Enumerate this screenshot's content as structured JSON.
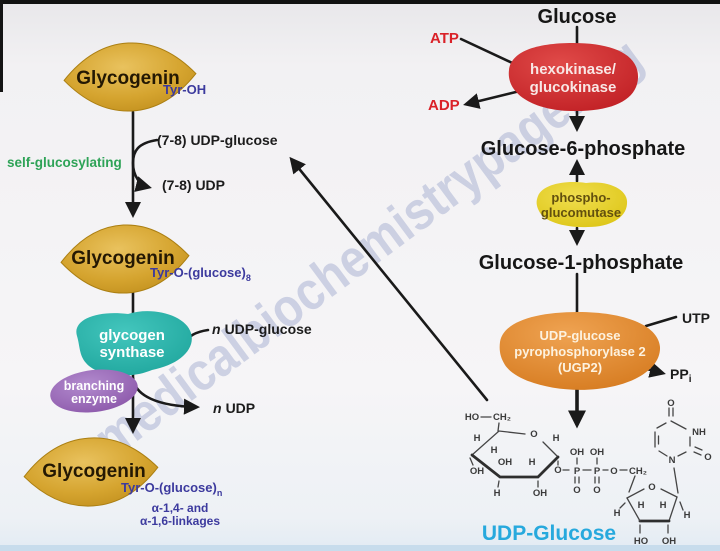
{
  "watermark": {
    "text": "themedicalbiochemistrypage.org",
    "color": "#96a1c9"
  },
  "left_pathway": {
    "glycogenin_stage1": {
      "name": "Glycogenin",
      "tag": "Tyr-OH"
    },
    "self_glucosylating_label": "self-glucosylating",
    "priming": {
      "input": "(7-8) UDP-glucose",
      "output": "(7-8) UDP"
    },
    "glycogenin_stage2": {
      "name": "Glycogenin",
      "tag": "Tyr-O-(glucose)",
      "tag_sub": "8"
    },
    "glycogen_synthase": {
      "line1": "glycogen",
      "line2": "synthase"
    },
    "branching_enzyme": {
      "line1": "branching",
      "line2": "enzyme"
    },
    "elongation": {
      "input_n": "n",
      "input": "UDP-glucose",
      "output_n": "n",
      "output": "UDP"
    },
    "glycogenin_stage3": {
      "name": "Glycogenin",
      "tag": "Tyr-O-(glucose)",
      "tag_sub": "n",
      "linkages_line1": "α-1,4- and",
      "linkages_line2": "α-1,6-linkages"
    }
  },
  "right_pathway": {
    "glucose_label": "Glucose",
    "atp_label": "ATP",
    "adp_label": "ADP",
    "hexokinase": {
      "line1": "hexokinase/",
      "line2": "glucokinase"
    },
    "g6p_label": "Glucose-6-phosphate",
    "phosphoglucomutase": {
      "line1": "phospho-",
      "line2": "glucomutase"
    },
    "g1p_label": "Glucose-1-phosphate",
    "ugp2": {
      "line1": "UDP-glucose",
      "line2": "pyrophosphorylase 2",
      "line3": "(UGP2)"
    },
    "utp_label": "UTP",
    "ppi_label": "PP",
    "ppi_sub": "i",
    "udp_glucose_caption": "UDP-Glucose"
  },
  "structure": {
    "glucose_atoms": [
      "HO",
      "CH₂",
      "O",
      "H",
      "H",
      "H",
      "OH",
      "OH",
      "H",
      "OH",
      "H",
      "O"
    ],
    "phosphate_atoms": [
      "OH",
      "OH",
      "P",
      "P",
      "O",
      "O",
      "O",
      "CH₂"
    ],
    "ribose_atoms": [
      "O",
      "H",
      "H",
      "H",
      "H",
      "HO",
      "OH"
    ],
    "uracil_atoms": [
      "O",
      "NH",
      "O",
      "N"
    ]
  },
  "colors": {
    "glycogenin": "#cfa02c",
    "glycogen_synthase": "#2cb3aa",
    "branching_enzyme": "#9a6cb8",
    "hexokinase": "#d42a2c",
    "phosphoglucomutase": "#e6d02f",
    "ugp2": "#e08433",
    "tag_blue": "#3c3a9e",
    "green": "#2ea357",
    "red": "#da2128",
    "cyan": "#27a9dd"
  }
}
